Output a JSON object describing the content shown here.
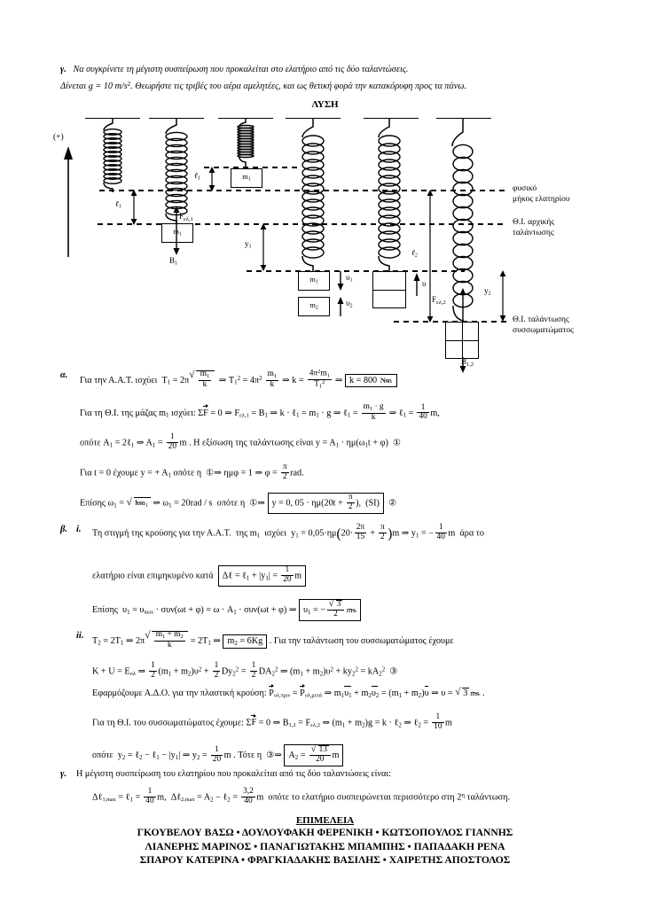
{
  "prompt": {
    "marker": "γ.",
    "line1": "Να συγκρίνετε τη μέγιστη συσπείρωση που προκαλείται στο ελατήριο από τις δύο ταλαντώσεις.",
    "line2_a": "Δίνεται g = 10 m/s",
    "line2_sup": "2",
    "line2_b": ". Θεωρήστε τις τριβές του αέρα αμελητέες, και ως θετική φορά την κατακόρυφη προς τα πάνω."
  },
  "solution_title": "ΛΥΣΗ",
  "diagram": {
    "positive_direction": "(+)",
    "masses": {
      "m1": "m",
      "m1sub": "1",
      "m2": "m",
      "m2sub": "2"
    },
    "labels": {
      "l1": "ℓ",
      "l1sub": "1",
      "l2": "ℓ",
      "l2sub": "2",
      "y1": "y",
      "y1sub": "1",
      "y2": "y",
      "y2sub": "2",
      "F1": "F",
      "F1sub": "ελ,1",
      "F2": "F",
      "F2sub": "ελ,2",
      "B1": "B",
      "B1sub": "1",
      "B12": "B",
      "B12sub": "1,2",
      "v1": "υ",
      "v1sub": "1",
      "v2": "υ",
      "v2sub": "2",
      "v": "υ"
    },
    "right_annotations": [
      {
        "line1": "φυσικό",
        "line2": "μήκος ελατηρίου"
      },
      {
        "line1": "Θ.Ι. αρχικής",
        "line2": "ταλάντωσης"
      },
      {
        "line1": "Θ.Ι. ταλάντωσης",
        "line2": "συσσωματώματος"
      }
    ]
  },
  "part_alpha": {
    "marker": "α.",
    "l1_pre": "Για την Α.Α.Τ. ισχύει  T",
    "l1_result": "k = 800",
    "l1_result_n": "N",
    "l1_result_d": "m",
    "l2_pre": "Για τη Θ.Ι. της μάζας m",
    "l2_tail": "Για τη Θ.Ι. της μάζας m₁ ισχύει:",
    "l3": "οπότε A₁ = 2ℓ₁ ⇒ A₁ = 1/20 m . Η εξίσωση της ταλάντωσης είναι y = A₁ · ημ(ω₁t + φ)  ①",
    "l4": "Για t = 0 έχουμε y = + A₁ οπότε η ①⇒ ημφ = 1 ⇒ φ = π/2 rad.",
    "l5_pre": "Επίσης ω",
    "l5_result": "y = 0,05 · ημ(20t + π/2),  (SI)",
    "circ1": "①",
    "circ2": "②",
    "omega_val": "20rad / s"
  },
  "part_beta": {
    "marker": "β.",
    "i_marker": "i.",
    "ii_marker": "ii.",
    "i_line1_a": "Τη στιγμή της κρούσης για την Α.Α.Τ.  της m",
    "i_line1_b": "ισχύει",
    "i_line1_tail": "άρα το",
    "i_line2_pre": "ελατήριο είναι επιμηκυμένο κατά",
    "i_line3_pre": "Επίσης  υ",
    "ii_line1_tail": ". Για την ταλάντωση του συσσωματώματος έχουμε",
    "ii_m2_box": "m₂ = 6Kg",
    "ii_line2": "K + U = E_ολ ⇒ ...  ③",
    "ii_line3_pre": "Εφαρμόζουμε Α.Δ.Ο. για την πλαστική κρούση:",
    "ii_line4_pre": "Για τη Θ.Ι. του συσσωματώματος έχουμε:",
    "ii_line5_pre": "οπότε  y",
    "ii_line5_mid": ". Τότε η",
    "circ3": "③"
  },
  "part_gamma": {
    "marker": "γ.",
    "line1": "Η μέγιστη συσπείρωση του ελατηρίου που προκαλείται από τις δύο ταλαντώσεις είναι:",
    "line2_tail": "οπότε το ελατήριο συσπειρώνεται περισσότερο στη 2",
    "line2_sup": "η",
    "line2_end": "ταλάντωση."
  },
  "footer": {
    "title": "ΕΠΙΜΕΛΕΙΑ",
    "rows": [
      "ΓΚΟΥΒΕΛΟΥ ΒΑΣΩ • ΔΟΥΛΟΥΦΑΚΗ ΦΕΡΕΝΙΚΗ • ΚΩΤΣΟΠΟΥΛΟΣ ΓΙΑΝΝΗΣ",
      "ΛΙΑΝΕΡΗΣ ΜΑΡΙΝΟΣ • ΠΑΝΑΓΙΩΤΑΚΗΣ ΜΠΑΜΠΗΣ • ΠΑΠΑΔΑΚΗ ΡΕΝΑ",
      "ΣΠΑΡΟΥ ΚΑΤΕΡΙΝΑ • ΦΡΑΓΚΙΑΔΑΚΗΣ ΒΑΣΙΛΗΣ • ΧΑΙΡΕΤΗΣ ΑΠΟΣΤΟΛΟΣ"
    ]
  },
  "colors": {
    "ink": "#000000",
    "paper": "#ffffff"
  }
}
